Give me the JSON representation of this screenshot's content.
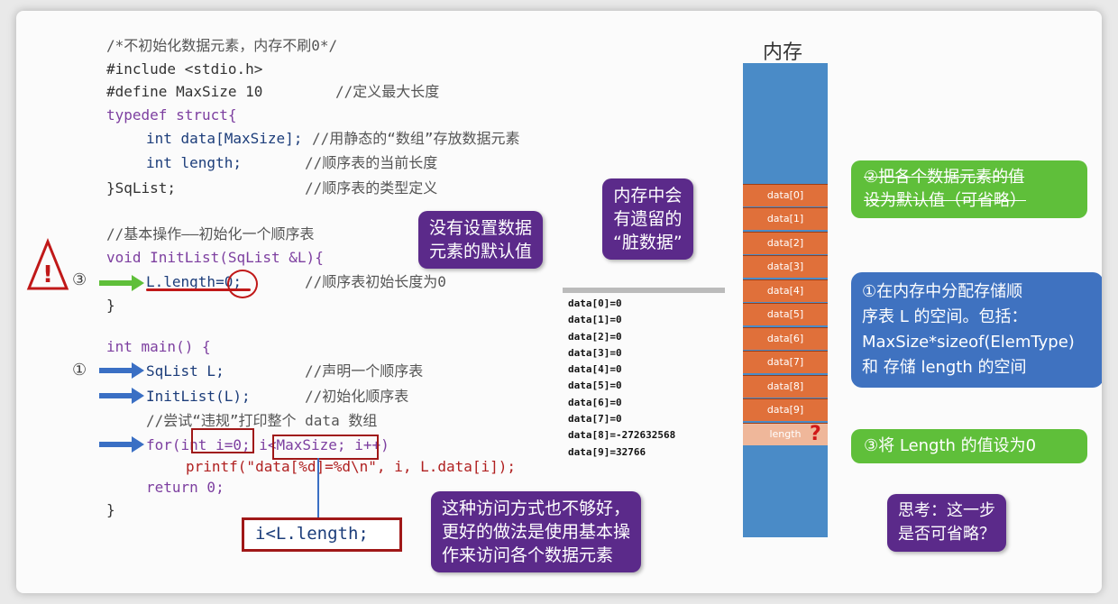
{
  "code": {
    "comment_top": "/*不初始化数据元素，内存不刷0*/",
    "include": "#include <stdio.h>",
    "define": "#define MaxSize 10",
    "define_comment": "//定义最大长度",
    "typedef": "typedef struct{",
    "data_field": "int data[MaxSize];",
    "data_comment": "//用静态的“数组”存放数据元素",
    "length_field": "int length;",
    "length_comment": "//顺序表的当前长度",
    "struct_end": "}SqList;",
    "struct_comment": "//顺序表的类型定义",
    "op_comment": "//基本操作——初始化一个顺序表",
    "initlist_sig": "void InitList(SqList &L){",
    "init_stmt": "L.length=0;",
    "init_comment": "//顺序表初始长度为0",
    "close1": "}",
    "main_sig": "int main() {",
    "decl": "SqList L;",
    "decl_comment": "//声明一个顺序表",
    "call": "InitList(L);",
    "call_comment": "//初始化顺序表",
    "try_comment": "//尝试“违规”打印整个 data 数组",
    "for_stmt": "for(int i=0; i<MaxSize; i++)",
    "printf_stmt": "printf(\"data[%d]=%d\\n\", i, L.data[i]);",
    "return_stmt": "return 0;",
    "close2": "}",
    "suggest": "i<L.length;"
  },
  "markers": {
    "step3": "③",
    "step1": "①",
    "warning": "!"
  },
  "bubbles": {
    "no_default": "没有设置数据\n元素的默认值",
    "dirty": "内存中会\n有遗留的\n“脏数据”",
    "bad_access": "这种访问方式也不够好，\n更好的做法是使用基本操\n作来访问各个数据元素"
  },
  "console": [
    "data[0]=0",
    "data[1]=0",
    "data[2]=0",
    "data[3]=0",
    "data[4]=0",
    "data[5]=0",
    "data[6]=0",
    "data[7]=0",
    "data[8]=-272632568",
    "data[9]=32766"
  ],
  "memory": {
    "title": "内存",
    "cells": [
      "data[0]",
      "data[1]",
      "data[2]",
      "data[3]",
      "data[4]",
      "data[5]",
      "data[6]",
      "data[7]",
      "data[8]",
      "data[9]"
    ],
    "length_cell": "length",
    "question": "?"
  },
  "notes": {
    "set_default": "②把各个数据元素的值\n设为默认值（可省略）",
    "allocate": "①在内存中分配存储顺\n序表 L 的空间。包括：\nMaxSize*sizeof(ElemType)\n和 存储 length 的空间",
    "set_length": "③将 Length 的值设为0",
    "think": "思考：这一步\n是否可省略？"
  },
  "colors": {
    "purple": "#5b2a8a",
    "green": "#5fbf3a",
    "blue": "#3f72c0",
    "orange": "#e0703a",
    "mem_blue": "#4a8bc7"
  }
}
